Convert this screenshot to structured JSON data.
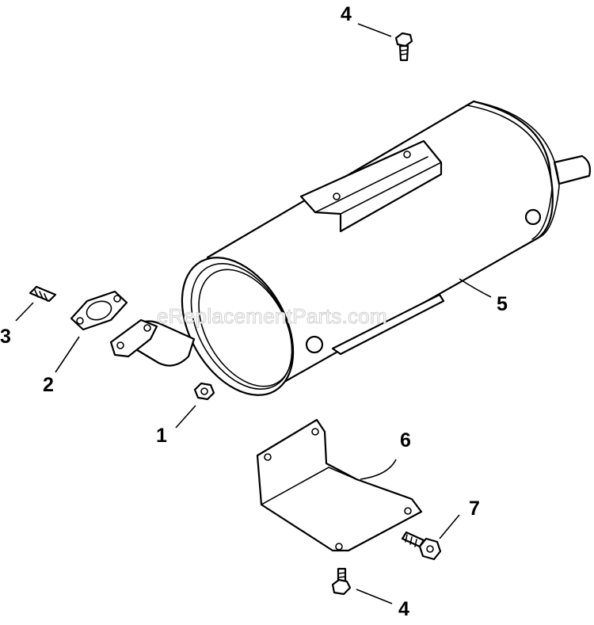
{
  "watermark": "eReplacementParts.com",
  "callouts": {
    "c1": "1",
    "c2": "2",
    "c3": "3",
    "c4_top": "4",
    "c4_bottom": "4",
    "c5": "5",
    "c6": "6",
    "c7": "7"
  },
  "colors": {
    "line": "#000000",
    "background": "#ffffff",
    "watermark": "#cfcfcf"
  }
}
